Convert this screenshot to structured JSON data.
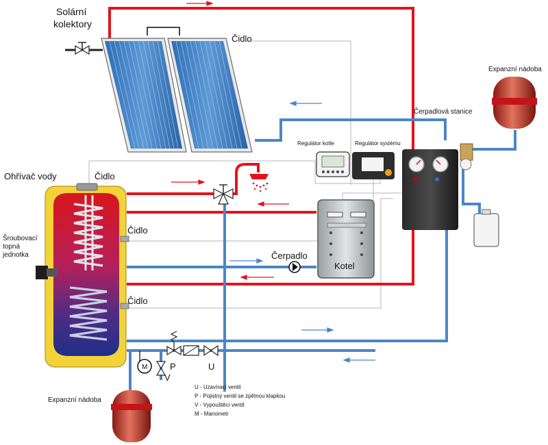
{
  "labels": {
    "solar_collectors": [
      "Solární",
      "kolektory"
    ],
    "sensor_top": "Čidlo",
    "expansion_right": "Expanzní nádoba",
    "pump_station": "Čerpadlová stanice",
    "boiler_regulator": "Regulátor kotle",
    "system_regulator": "Regulátor systému",
    "water_heater": "Ohřívač vody",
    "sensor_heater_top": "Čidlo",
    "sensor_heater_mid": "Čidlo",
    "sensor_heater_bottom": "Čidlo",
    "heating_unit": [
      "Šroubovací",
      "topná",
      "jednotka"
    ],
    "pump": "Čerpadlo",
    "boiler": "Kotel",
    "expansion_bottom": "Expanzní nádoba",
    "valve_m": "M",
    "valve_p": "P",
    "valve_v": "V",
    "valve_u": "U"
  },
  "legend": [
    "U - Uzavírací ventil",
    "P - Pojistný ventil se zpětnou klapkou",
    "V - Vypouštěcí ventil",
    "M - Manometr"
  ],
  "colors": {
    "hot": "#e1141e",
    "cold": "#4a86c6",
    "tank": "#f2d338",
    "collector": "#3b7fc4"
  }
}
